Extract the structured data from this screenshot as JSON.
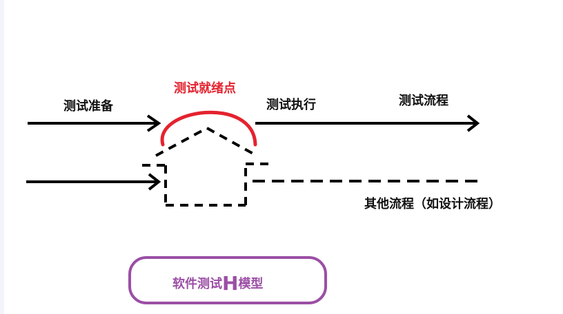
{
  "labels": {
    "test_prep": "测试准备",
    "test_ready": "测试就绪点",
    "test_exec": "测试执行",
    "test_flow": "测试流程",
    "other_flow": "其他流程（如设计流程）"
  },
  "model": {
    "prefix": "软件测试",
    "letter": "H",
    "suffix": "模型"
  },
  "colors": {
    "line": "#000000",
    "ready_arc": "#e4232f",
    "model_border": "#9b4fa5"
  }
}
